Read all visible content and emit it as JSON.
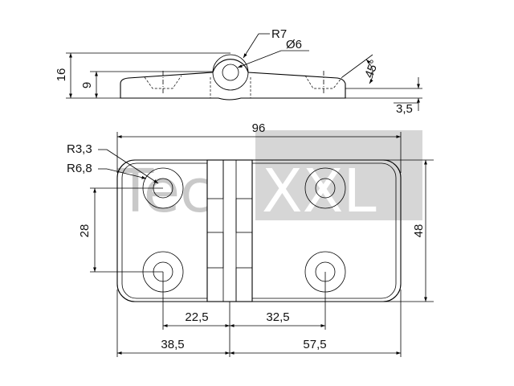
{
  "watermark": {
    "prefix": "Tech",
    "brand": "XXL",
    "box_color": "#d6d6d6",
    "prefix_color": "#c9c9c9",
    "brand_color": "#ffffff"
  },
  "side_view": {
    "dims": {
      "height_total": "16",
      "height_body": "9",
      "thickness": "3,5",
      "knuckle_radius": "R7",
      "pin_diameter": "Ø6",
      "countersink_angle": "45°"
    }
  },
  "top_view": {
    "dims": {
      "length": "96",
      "width": "48",
      "hole_spacing_vertical": "28",
      "hole_radius": "R3,3",
      "boss_radius": "R6,8",
      "left_hole_offset": "22,5",
      "right_hole_offset": "32,5",
      "left_leaf_length": "38,5",
      "right_leaf_length": "57,5"
    }
  }
}
